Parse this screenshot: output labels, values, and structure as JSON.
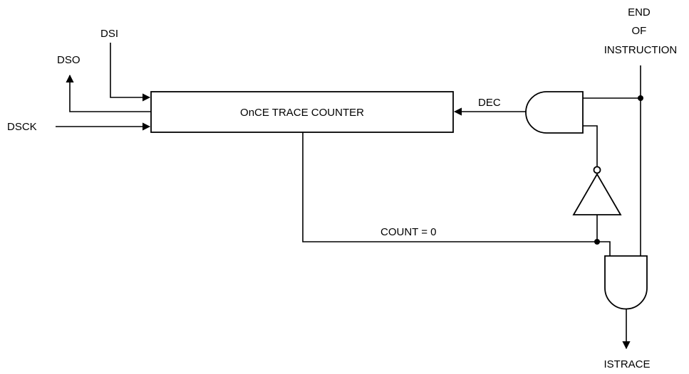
{
  "diagram": {
    "counter_label": "OnCE TRACE COUNTER",
    "inputs": {
      "dsi": "DSI",
      "dso": "DSO",
      "dsck": "DSCK"
    },
    "dec_label": "DEC",
    "count_label": "COUNT = 0",
    "end_of_instruction": {
      "line1": "END",
      "line2": "OF",
      "line3": "INSTRUCTION"
    },
    "output_label": "ISTRACE"
  }
}
